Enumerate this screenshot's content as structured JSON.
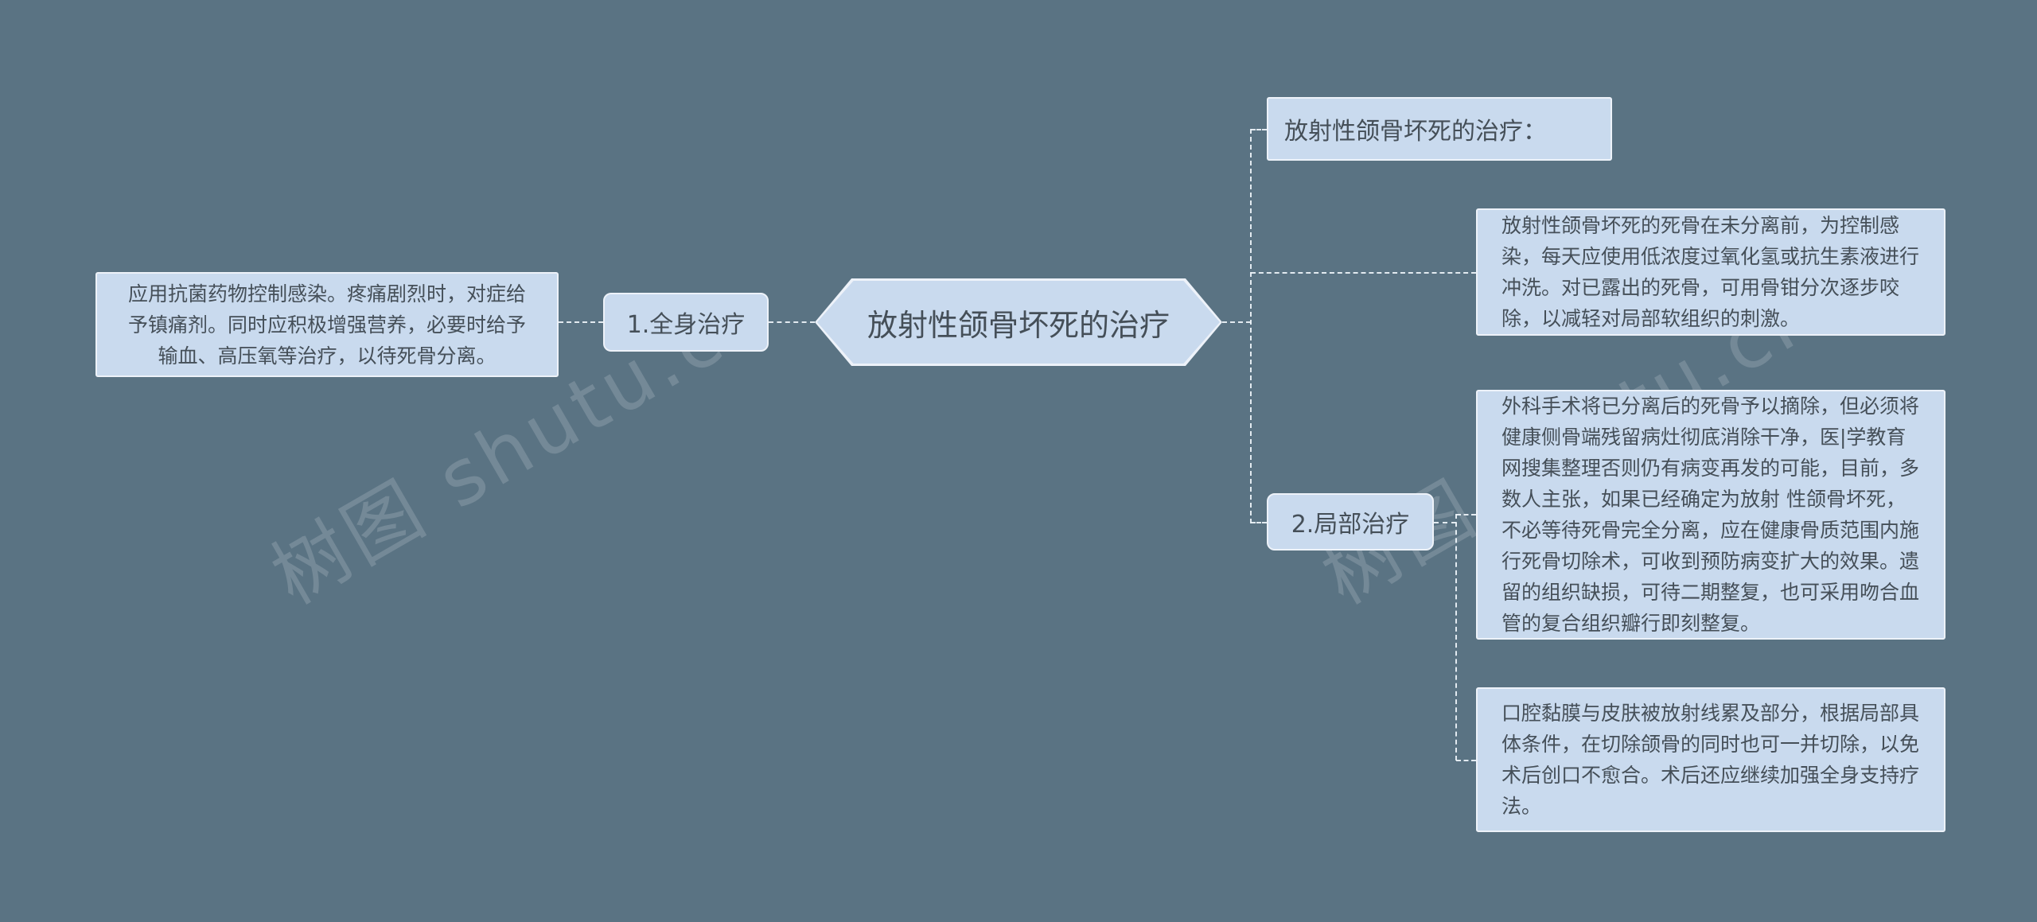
{
  "colors": {
    "background": "#5a7383",
    "box_fill": "#c9daee",
    "box_border": "#edf2f9",
    "text": "#454f58",
    "connector": "#eef4fa"
  },
  "watermark": {
    "text": "树图 shutu.cn"
  },
  "center": {
    "label": "放射性颌骨坏死的治疗"
  },
  "left": {
    "node": "1.全身治疗",
    "detail": "应用抗菌药物控制感染。疼痛剧烈时，对症给予镇痛剂。同时应积极增强营养，必要时给予输血、高压氧等治疗，以待死骨分离。"
  },
  "right": {
    "header": "放射性颌骨坏死的治疗：",
    "box1": "放射性颌骨坏死的死骨在未分离前，为控制感染，每天应使用低浓度过氧化氢或抗生素液进行冲洗。对已露出的死骨，可用骨钳分次逐步咬除，以减轻对局部软组织的刺激。",
    "node": "2.局部治疗",
    "box2": "外科手术将已分离后的死骨予以摘除，但必须将健康侧骨端残留病灶彻底消除干净，医|学教育网搜集整理否则仍有病变再发的可能，目前，多数人主张，如果已经确定为放射 性颌骨坏死，不必等待死骨完全分离，应在健康骨质范围内施行死骨切除术，可收到预防病变扩大的效果。遗留的组织缺损，可待二期整复，也可采用吻合血管的复合组织瓣行即刻整复。",
    "box3": "口腔黏膜与皮肤被放射线累及部分，根据局部具体条件，在切除颌骨的同时也可一并切除，以免术后创口不愈合。术后还应继续加强全身支持疗法。"
  }
}
